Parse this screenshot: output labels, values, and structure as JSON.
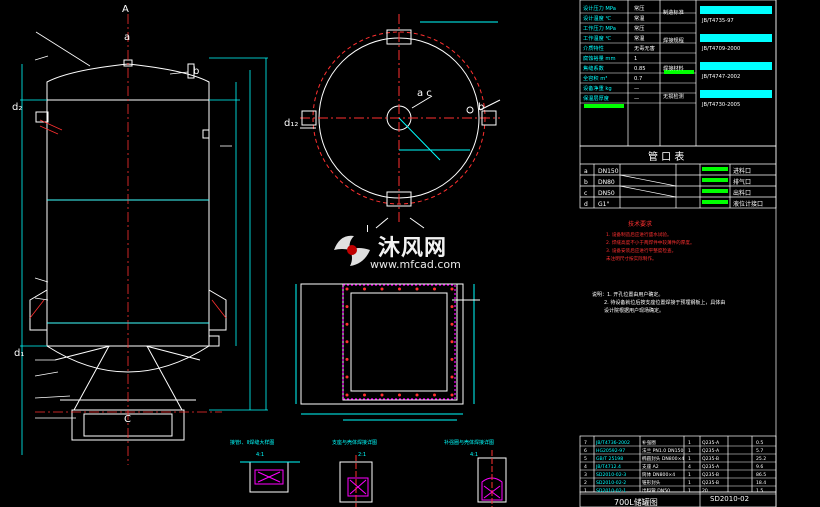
{
  "labels": {
    "A": "A",
    "a": "a",
    "b": "b",
    "c": "c",
    "d1": "d₁",
    "d2": "d₂",
    "C": "C",
    "ac": "a c",
    "b_plan": "b",
    "d12": "d₁₂",
    "i": "I"
  },
  "title_block_code": "SD2010-02",
  "title_block_name": "700L储罐图",
  "nozzle_title": "管 口 表",
  "nozzle_rows": [
    {
      "mark": "a",
      "size": "DN150",
      "use": "进料口"
    },
    {
      "mark": "b",
      "size": "DN80",
      "use": "排气口"
    },
    {
      "mark": "c",
      "size": "DN50",
      "use": "出料口"
    },
    {
      "mark": "d",
      "size": "G1\"",
      "use": "液位计接口"
    }
  ],
  "spec_rows": [
    {
      "k": "设计压力 MPa",
      "v": "常压"
    },
    {
      "k": "设计温度 ℃",
      "v": "常温"
    },
    {
      "k": "工作压力 MPa",
      "v": "常压"
    },
    {
      "k": "工作温度 ℃",
      "v": "常温"
    },
    {
      "k": "介质特性",
      "v": "无毒无害"
    },
    {
      "k": "腐蚀裕量 mm",
      "v": "1"
    },
    {
      "k": "焦缝系数",
      "v": "0.85"
    },
    {
      "k": "全容积 m³",
      "v": "0.7"
    },
    {
      "k": "设备净重 kg",
      "v": "—"
    },
    {
      "k": "保温层厚度",
      "v": "—"
    }
  ],
  "standards": [
    "JB/T4735-97",
    "JB/T4709-2000",
    "JB/T4747-2002",
    "JB/T4730-2005"
  ],
  "std_labels": [
    "制造标准",
    "焊接规程",
    "焊接材料",
    "无损检测"
  ],
  "tech_req_title": "技术要求",
  "tech_req": [
    "1. 设备制造后应进行盛水试验。",
    "2. 焊缝高度不小于两焊件中较薄件的厚度。",
    "3. 设备安装后应进行平整度检查。",
    "未注明尺寸按实际制作。"
  ],
  "notes": [
    "说明：1. 开孔位置由用户确定。",
    "2. 待设备就位后按支座位置焊接于预埋钢板上，具体由",
    "设计院根据用户现场确定。"
  ],
  "detail_titles": [
    "接管I、II焊缝大样图",
    "支座与壳体焊接详图",
    "补强圈与壳体焊接详图"
  ],
  "detail_scales": [
    "4:1",
    "2:1",
    "4:1"
  ],
  "bom_rows": [
    {
      "no": "7",
      "code": "JB/T4736-2002",
      "name": "补强圈",
      "qty": "1",
      "mat": "Q235-A",
      "w": "0.5"
    },
    {
      "no": "6",
      "code": "HG20592-97",
      "name": "法兰 PN1.0 DN150",
      "qty": "1",
      "mat": "Q235-A",
      "w": "5.7"
    },
    {
      "no": "5",
      "code": "GB/T 25198",
      "name": "椭圆封头 DN800×4",
      "qty": "1",
      "mat": "Q235-B",
      "w": "25.2"
    },
    {
      "no": "4",
      "code": "JB/T4712.4",
      "name": "支座 A2",
      "qty": "4",
      "mat": "Q235-A",
      "w": "9.6"
    },
    {
      "no": "3",
      "code": "SD2010-02-3",
      "name": "筒体 DN800×4",
      "qty": "1",
      "mat": "Q235-B",
      "w": "86.5"
    },
    {
      "no": "2",
      "code": "SD2010-02-2",
      "name": "锥形封头",
      "qty": "1",
      "mat": "Q235-B",
      "w": "18.4"
    },
    {
      "no": "1",
      "code": "SD2010-02-1",
      "name": "出料管 DN50",
      "qty": "1",
      "mat": "20",
      "w": "1.5"
    }
  ],
  "watermark": {
    "title": "沐风网",
    "url": "www.mfcad.com"
  },
  "colors": {
    "background": "#000000",
    "outline": "#ffffff",
    "dimension": "#00ffff",
    "centerline": "#ff3030",
    "frame": "#ffffff",
    "table_text": "#00ffff",
    "accent_green": "#00ff00",
    "hatch": "#ff00ff",
    "leader": "#ffff00"
  }
}
